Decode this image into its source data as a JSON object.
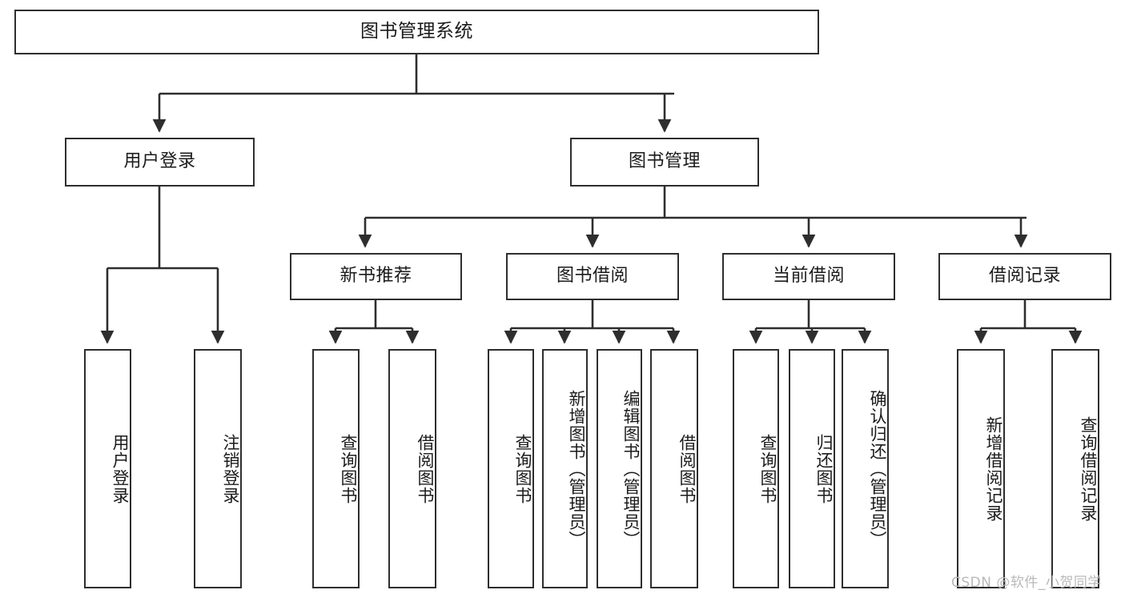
{
  "diagram": {
    "type": "tree",
    "title": "图书管理系统",
    "watermark": "CSDN @软件_小贺同学",
    "colors": {
      "box_border": "#2e2e2e",
      "box_fill": "#ffffff",
      "connector": "#2e2e2e",
      "text": "#1b1b1b",
      "watermark": "#b9b9b9",
      "background": "#ffffff"
    },
    "root": {
      "label": "图书管理系统"
    },
    "level2": [
      {
        "label": "用户登录"
      },
      {
        "label": "图书管理"
      }
    ],
    "level3": [
      {
        "label": "新书推荐"
      },
      {
        "label": "图书借阅"
      },
      {
        "label": "当前借阅"
      },
      {
        "label": "借阅记录"
      }
    ],
    "leaves": {
      "user_login": [
        {
          "label": "用户登录"
        },
        {
          "label": "注销登录"
        }
      ],
      "new_book_recommend": [
        {
          "label": "查询图书"
        },
        {
          "label": "借阅图书"
        }
      ],
      "book_borrow": [
        {
          "label": "查询图书"
        },
        {
          "label": "新增图书（管理员）"
        },
        {
          "label": "编辑图书（管理员）"
        },
        {
          "label": "借阅图书"
        }
      ],
      "current_borrow": [
        {
          "label": "查询图书"
        },
        {
          "label": "归还图书"
        },
        {
          "label": "确认归还（管理员）"
        }
      ],
      "borrow_record": [
        {
          "label": "新增借阅记录"
        },
        {
          "label": "查询借阅记录"
        }
      ]
    }
  }
}
